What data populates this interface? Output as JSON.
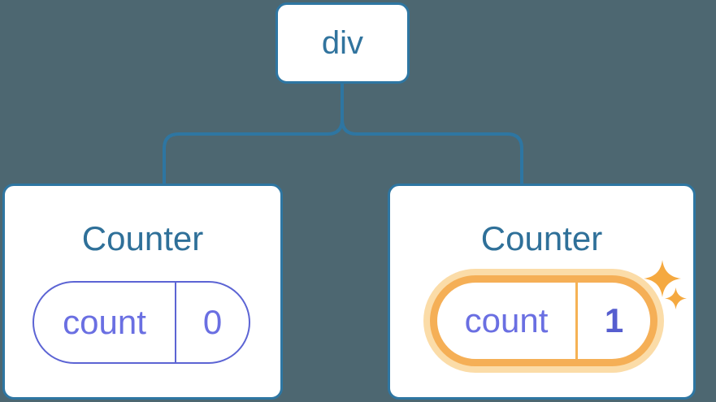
{
  "diagram": {
    "type": "react-component-tree",
    "root": {
      "label": "div"
    },
    "children": [
      {
        "title": "Counter",
        "state_key": "count",
        "state_value": "0",
        "highlighted": false
      },
      {
        "title": "Counter",
        "state_key": "count",
        "state_value": "1",
        "highlighted": true
      }
    ],
    "icons": [
      "sparkle-icon-large",
      "sparkle-icon-small"
    ],
    "colors": {
      "background": "#4D6771",
      "node_fill": "#FFFFFF",
      "tree_blue": "#2E76A2",
      "label_blue": "#2F7099",
      "state_indigo_text": "#6A6FE2",
      "state_indigo_border": "#5C64D4",
      "state_value_bold_indigo": "#565ECF",
      "highlight_orange": "#F5AF56",
      "highlight_glow": "#FBDCA8",
      "highlight_divider": "#F6B254",
      "sparkle_orange": "#F5A940"
    }
  }
}
